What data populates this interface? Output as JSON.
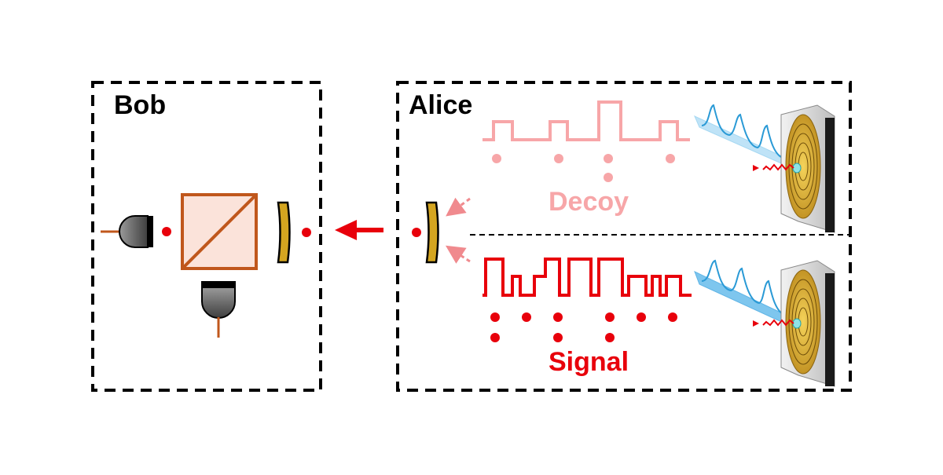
{
  "bob": {
    "label": "Bob"
  },
  "alice": {
    "label": "Alice"
  },
  "decoy": {
    "label": "Decoy"
  },
  "signal": {
    "label": "Signal"
  },
  "colors": {
    "signal_red": "#e8000b",
    "decoy_pink": "#f7a6a8",
    "beam_splitter_fill": "#fbe3da",
    "beam_splitter_stroke": "#c0571c",
    "gold": "#d4a520",
    "beam_blue": "#a6d8f2",
    "detector_gray": "#7a7a7a"
  },
  "icons": {
    "detector": "photon-detector-icon",
    "beam_splitter": "polarizing-beam-splitter-icon",
    "waveplate": "waveplate-icon",
    "source": "spiral-photon-source-icon",
    "arrow": "arrow-left-icon"
  }
}
